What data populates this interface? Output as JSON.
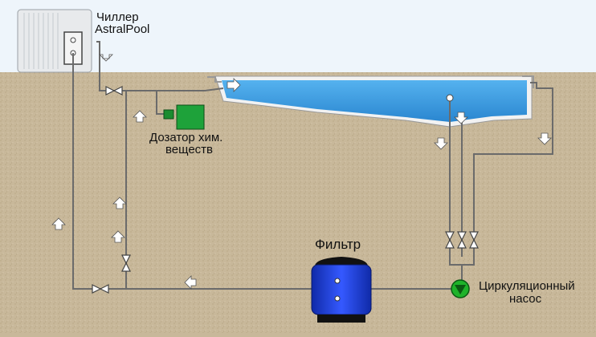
{
  "labels": {
    "chiller_line1": "Чиллер",
    "chiller_line2": "AstralPool",
    "dosing_line1": "Дозатор хим.",
    "dosing_line2": "веществ",
    "filter": "Фильтр",
    "pump_line1": "Циркуляционный",
    "pump_line2": "насос"
  },
  "colors": {
    "sky": "#eef5fb",
    "ground": "#c8b89a",
    "water": "#3a9be0",
    "pipe": "#6b6b6b",
    "filter": "#1f3fd6",
    "pump": "#1fb32a",
    "dosing_unit": "#1ea23a",
    "arrow": "#ffffff"
  },
  "icons": [
    "flow-arrow-icon",
    "valve-icon",
    "pump-icon"
  ]
}
